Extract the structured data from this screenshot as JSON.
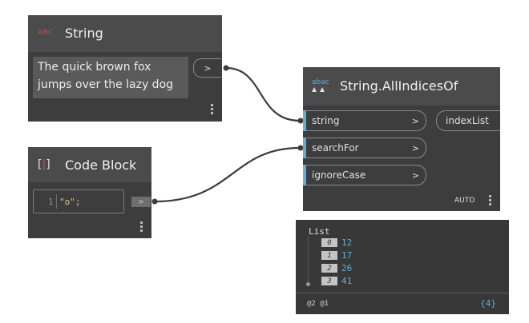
{
  "colors": {
    "node_body": "#3d3d3d",
    "node_header": "#4b4b4b",
    "wire": "#3d3d3d",
    "port_accent": "#5fb0d2",
    "code_string": "#e9c46a",
    "abc_icon": "#c0504d",
    "preview_value": "#5fb0d2"
  },
  "string_node": {
    "icon": "ABC",
    "title": "String",
    "value_lines": [
      "The quick brown fox",
      "jumps over the lazy dog"
    ],
    "output_glyph": ">"
  },
  "code_node": {
    "icon": "[ ]",
    "title": "Code Block",
    "line_number": "1",
    "code": "\"o\";",
    "output_glyph": ">"
  },
  "indices_node": {
    "icon_top": "abac",
    "title": "String.AllIndicesOf",
    "inputs": [
      {
        "label": "string",
        "arrow": ">"
      },
      {
        "label": "searchFor",
        "arrow": ">"
      },
      {
        "label": "ignoreCase",
        "arrow": ">"
      }
    ],
    "output": "indexList",
    "lacing": "AUTO"
  },
  "preview": {
    "title": "List",
    "items": [
      {
        "index": "0",
        "value": "12"
      },
      {
        "index": "1",
        "value": "17"
      },
      {
        "index": "2",
        "value": "26"
      },
      {
        "index": "3",
        "value": "41"
      }
    ],
    "levels": "@2 @1",
    "count": "{4}"
  }
}
